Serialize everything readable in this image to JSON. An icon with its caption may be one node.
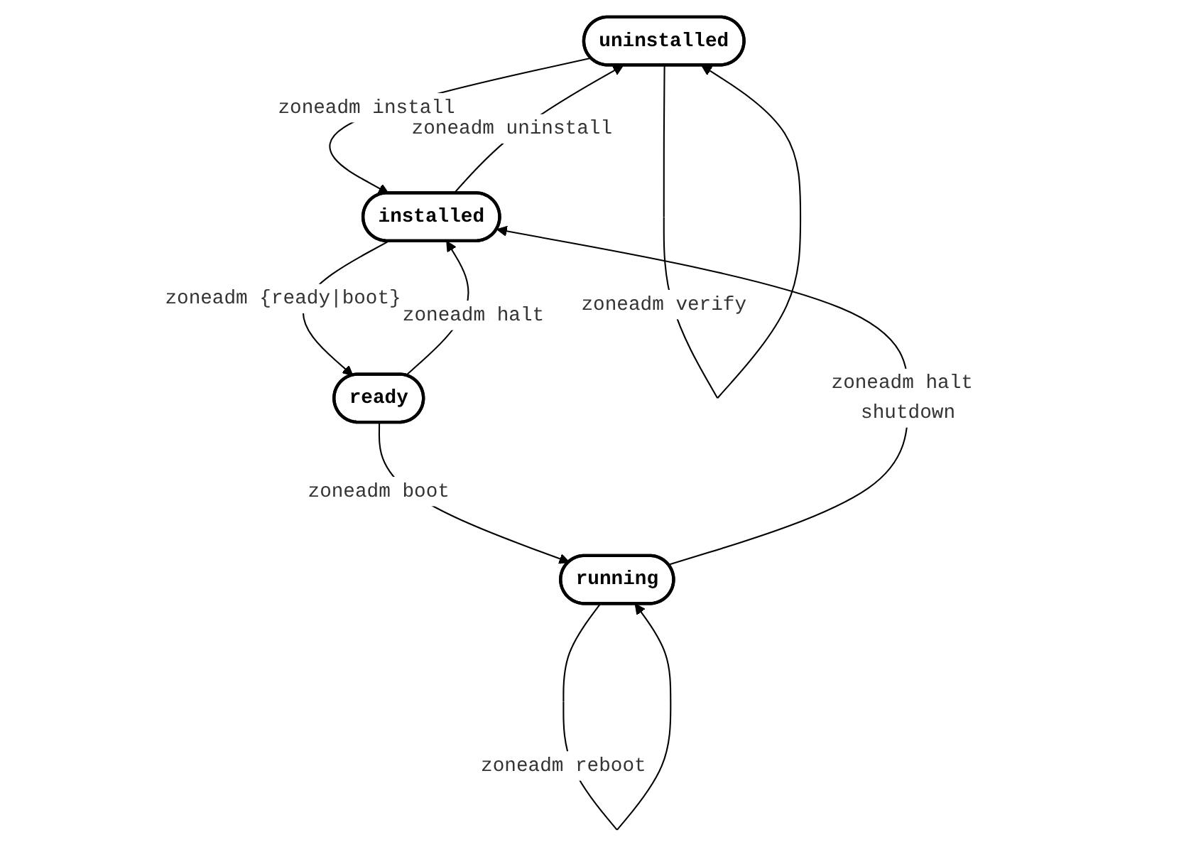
{
  "diagram": {
    "nodes": [
      {
        "text": [
          "uninstalled"
        ]
      },
      {
        "text": [
          "installed"
        ]
      },
      {
        "text": [
          "ready"
        ]
      },
      {
        "text": [
          "running"
        ]
      }
    ],
    "edges": [
      {
        "from": 0,
        "to": 0,
        "arrow": "to",
        "label": "zoneadm verify"
      },
      {
        "from": 0,
        "to": 1,
        "arrow": "to",
        "label": "zoneadm install"
      },
      {
        "from": 1,
        "to": 0,
        "arrow": "to",
        "label": "zoneadm uninstall"
      },
      {
        "from": 1,
        "to": 2,
        "arrow": "to",
        "label": "zoneadm {ready|boot}"
      },
      {
        "from": 2,
        "to": 1,
        "arrow": "to",
        "label": "zoneadm halt"
      },
      {
        "from": 2,
        "to": 3,
        "arrow": "to",
        "label": "zoneadm boot"
      },
      {
        "from": 3,
        "to": 1,
        "arrow": "to",
        "label": "zoneadm halt shutdown"
      },
      {
        "from": 3,
        "to": 3,
        "arrow": "to",
        "label": "zoneadm reboot"
      }
    ]
  }
}
